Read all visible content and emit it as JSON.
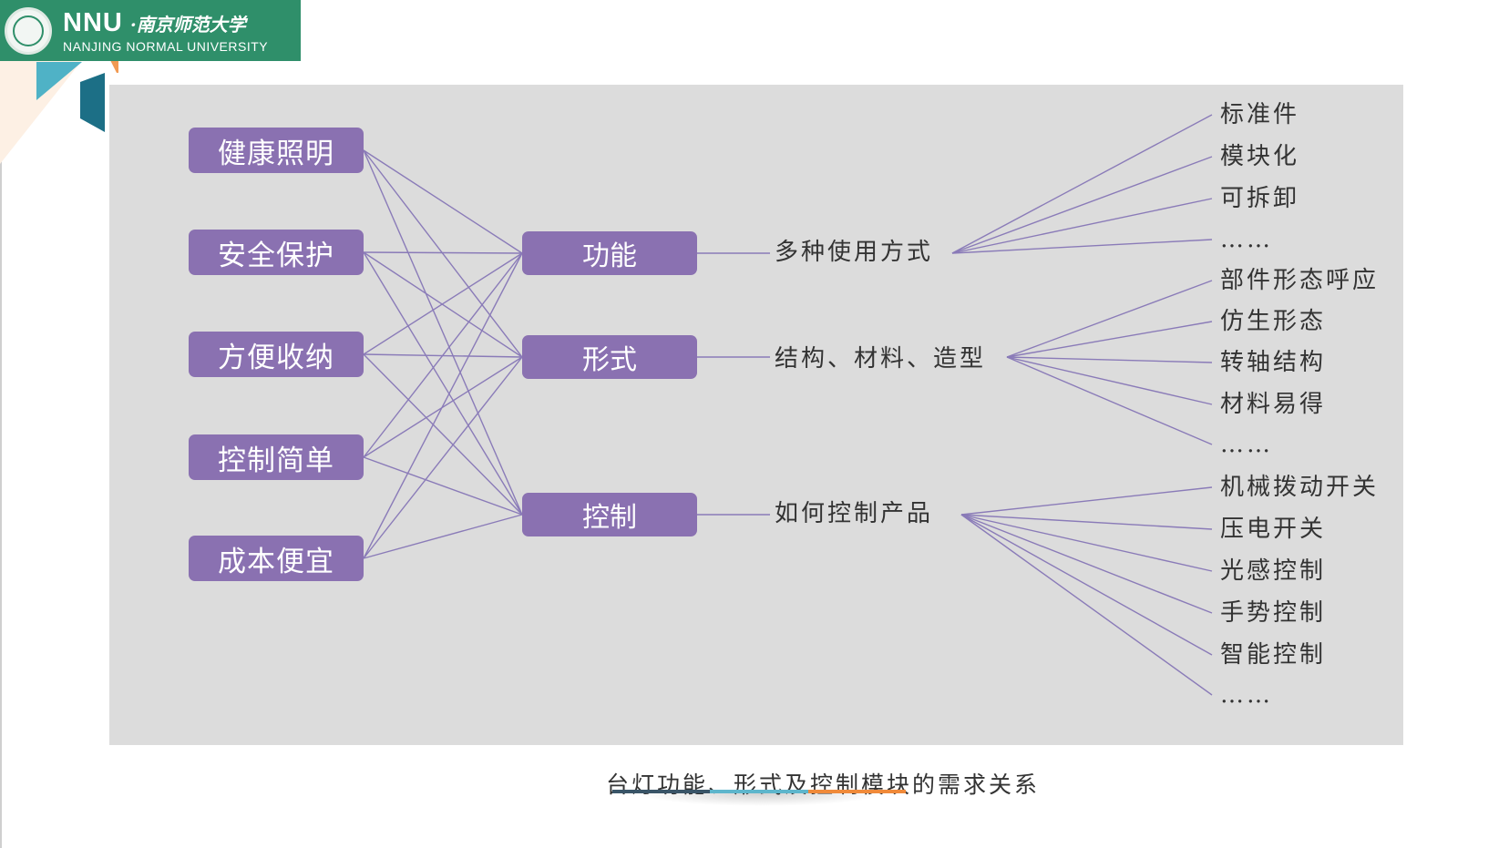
{
  "header": {
    "logo_abbr": "NNU",
    "logo_chinese": "·南京师范大学",
    "logo_english": "NANJING NORMAL UNIVERSITY"
  },
  "diagram": {
    "needs": [
      {
        "label": "健康照明"
      },
      {
        "label": "安全保护"
      },
      {
        "label": "方便收纳"
      },
      {
        "label": "控制简单"
      },
      {
        "label": "成本便宜"
      }
    ],
    "modules": [
      {
        "label": "功能",
        "detail": "多种使用方式",
        "items": [
          "标准件",
          "模块化",
          "可拆卸",
          "……"
        ]
      },
      {
        "label": "形式",
        "detail": "结构、材料、造型",
        "items": [
          "部件形态呼应",
          "仿生形态",
          "转轴结构",
          "材料易得",
          "……"
        ]
      },
      {
        "label": "控制",
        "detail": "如何控制产品",
        "items": [
          "机械拨动开关",
          "压电开关",
          "光感控制",
          "手势控制",
          "智能控制",
          "……"
        ]
      }
    ],
    "caption": "台灯功能、形式及控制模块的需求关系"
  },
  "colors": {
    "box_fill": "#8a71b1",
    "line": "#8a7bb8",
    "panel": "#dcdcdc",
    "brand_green": "#2f8f6a",
    "bar_segments": [
      "#3a5568",
      "#5eb6cc",
      "#f08a3a"
    ]
  }
}
